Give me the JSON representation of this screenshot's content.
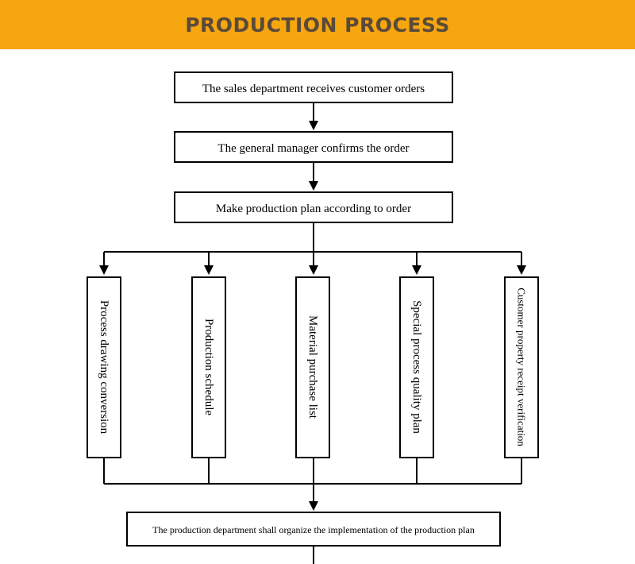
{
  "header": {
    "title": "PRODUCTION PROCESS"
  },
  "steps": {
    "step1": "The sales department receives customer orders",
    "step2": "The general manager confirms the order",
    "step3": "Make production plan according to order",
    "branches": [
      "Process drawing conversion",
      "Production schedule",
      "Material purchase list",
      "Special process quality plan",
      "Customer property receipt verification"
    ],
    "step4": "The production department shall organize the implementation of the production plan"
  },
  "colors": {
    "header_bg": "#f6a60e",
    "header_text": "#5a4a3a"
  }
}
